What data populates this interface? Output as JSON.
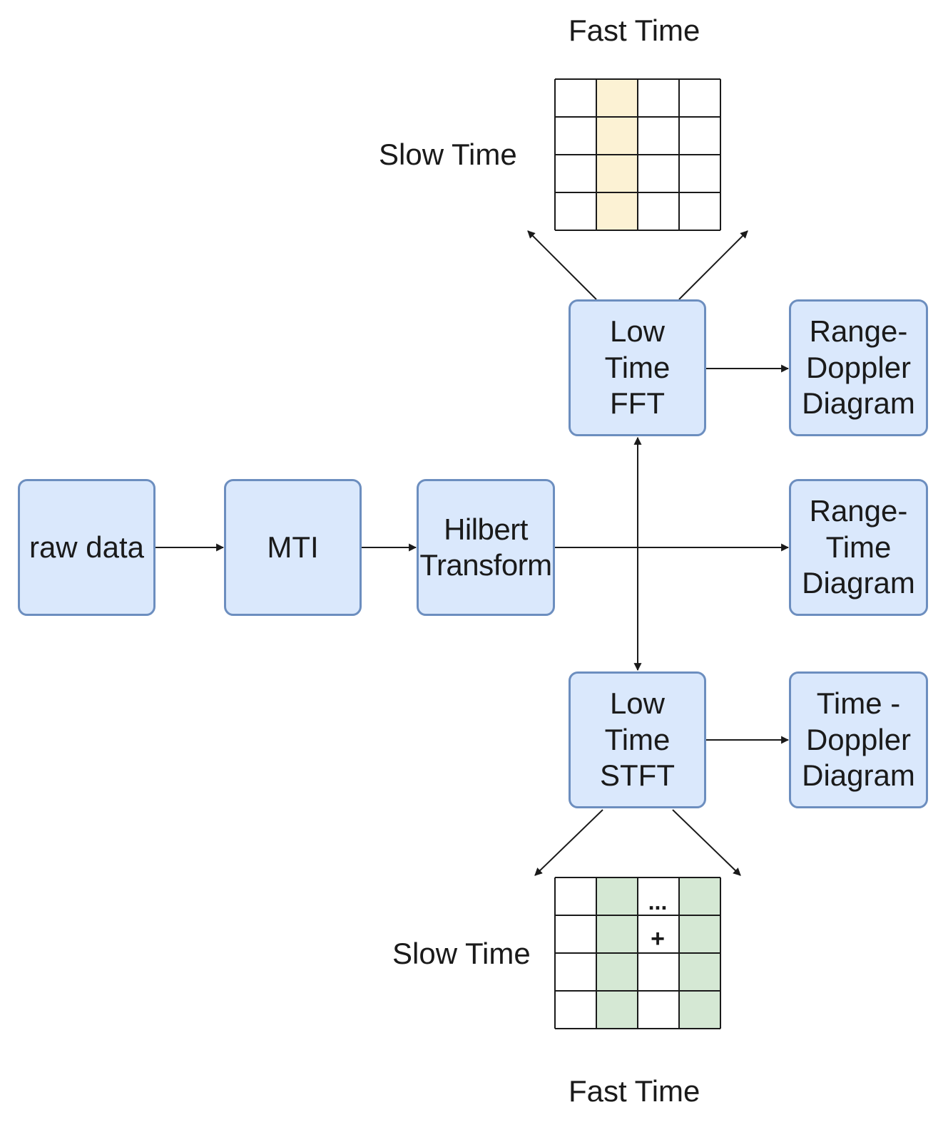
{
  "colors": {
    "box_fill": "#dae8fc",
    "box_border": "#6c8ebf",
    "fft_highlight": "#fcf2d4",
    "stft_highlight": "#d5e8d4",
    "grid_line": "#1a1a1a",
    "arrow": "#1a1a1a"
  },
  "boxes": {
    "raw_data": "raw data",
    "mti": "MTI",
    "hilbert": "Hilbert\nTransform",
    "fft": "Low\nTime\nFFT",
    "stft": "Low\nTime\nSTFT",
    "range_doppler": "Range-\nDoppler\nDiagram",
    "range_time": "Range-\nTime\nDiagram",
    "time_doppler": "Time -\nDoppler\nDiagram"
  },
  "axis_labels": {
    "fast_time_top": "Fast Time",
    "slow_time_top": "Slow Time",
    "slow_time_bottom": "Slow Time",
    "fast_time_bottom": "Fast Time"
  },
  "fft_grid": {
    "rows": 4,
    "cols": 4,
    "highlight_cols": [
      1
    ]
  },
  "stft_grid": {
    "rows": 4,
    "cols": 4,
    "highlight_cols": [
      1,
      3
    ],
    "symbols": {
      "row0_col2": "...",
      "row1_col2": "+"
    }
  }
}
